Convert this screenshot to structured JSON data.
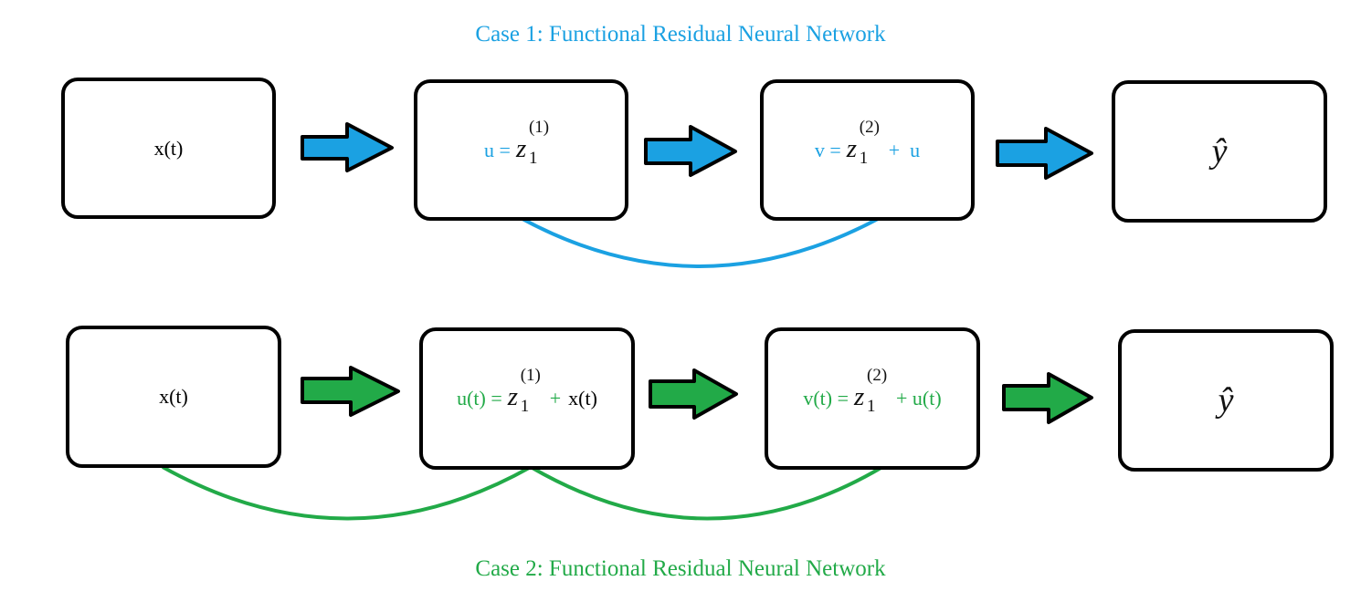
{
  "case1": {
    "title": "Case 1: Functional Residual Neural Network",
    "input_label": "x(t)",
    "u_lhs": "u =",
    "z1_base": "z",
    "z1_sup": "(1)",
    "z1_sub": "1",
    "v_lhs": "v =",
    "z2_base": "z",
    "z2_sup": "(2)",
    "z2_sub": "1",
    "v_rhs": "+  u",
    "output_label": "ŷ"
  },
  "case2": {
    "title": "Case 2: Functional Residual Neural Network",
    "input_label": "x(t)",
    "u_lhs": "u(t) =",
    "z1_base": "z",
    "z1_sup": "(1)",
    "z1_sub": "1",
    "u_rhs_plus": "+",
    "u_rhs_x": "x(t)",
    "v_lhs": "v(t) =",
    "z2_base": "z",
    "z2_sup": "(2)",
    "z2_sub": "1",
    "v_rhs": "+ u(t)",
    "output_label": "ŷ"
  },
  "colors": {
    "case1_accent": "#1ba1e2",
    "case2_accent": "#22aa48",
    "box_border": "#000000"
  }
}
